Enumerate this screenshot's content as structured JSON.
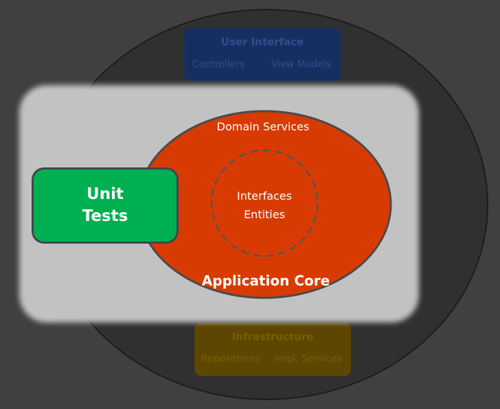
{
  "user_interface": {
    "title": "User Interface",
    "items": [
      "Controllers",
      "View Models"
    ]
  },
  "infrastructure": {
    "title": "Infrastructure",
    "items": [
      "Repositories",
      "Impl. Services"
    ]
  },
  "application_core": {
    "title": "Application Core",
    "outer_label": "Domain Services",
    "inner_labels": [
      "Interfaces",
      "Entities"
    ]
  },
  "unit_tests": {
    "lines": [
      "Unit",
      "Tests"
    ]
  },
  "colors": {
    "background": "#404040",
    "outer_ellipse": "#303030",
    "application_core": "#d83b01",
    "unit_tests": "#00b050",
    "user_interface": "#172f60",
    "infrastructure": "#5c4600",
    "highlight_band": "#c8c8c8"
  }
}
